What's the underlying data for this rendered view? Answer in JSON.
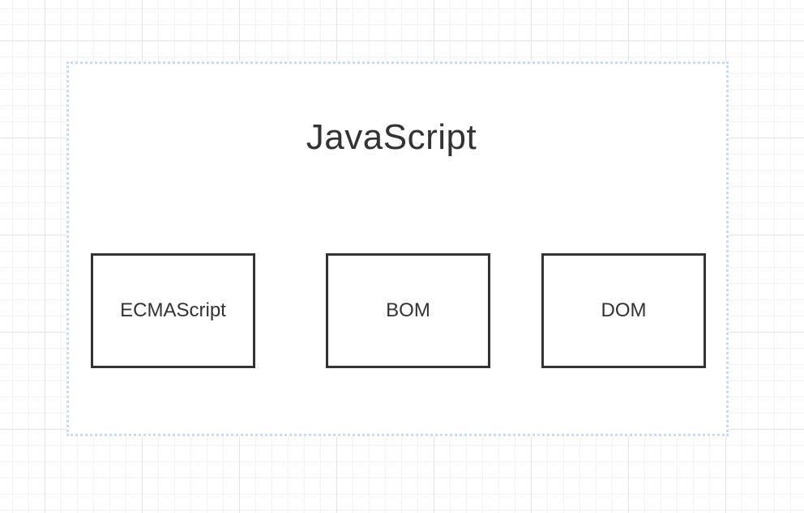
{
  "diagram": {
    "container": {
      "title": "JavaScript"
    },
    "nodes": [
      {
        "id": "ecmascript",
        "label": "ECMAScript"
      },
      {
        "id": "bom",
        "label": "BOM"
      },
      {
        "id": "dom",
        "label": "DOM"
      }
    ]
  },
  "colors": {
    "frame_border": "#c9dcf5",
    "box_border": "#333333",
    "text": "#333333",
    "grid": "#e4e4e4"
  }
}
